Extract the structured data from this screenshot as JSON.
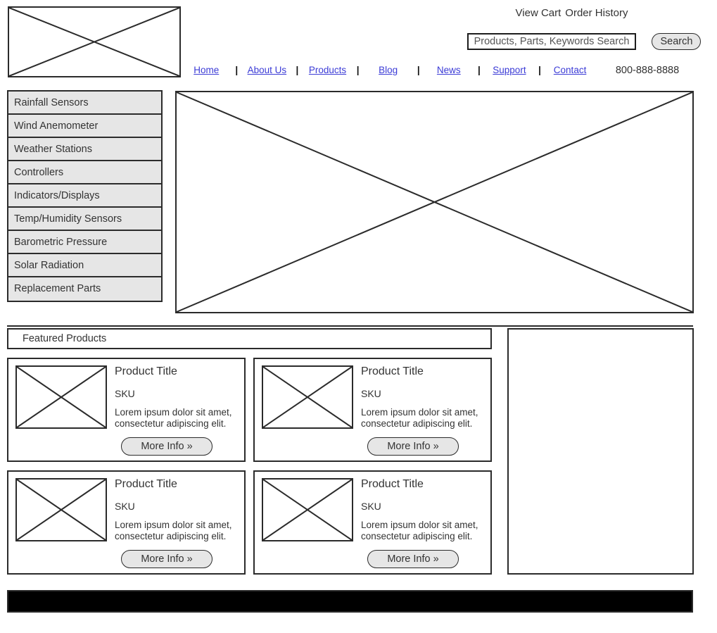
{
  "header": {
    "logo_alt": "Company Logo",
    "utility_links": [
      "View Cart",
      "Order History"
    ],
    "search": {
      "placeholder": "Products, Parts, Keywords Search",
      "value": "",
      "button_label": "Search"
    },
    "phone": "800-888-8888",
    "nav_separator": "|",
    "nav_items": [
      {
        "label": "Home"
      },
      {
        "label": "About Us"
      },
      {
        "label": "Products"
      },
      {
        "label": "Blog"
      },
      {
        "label": "News"
      },
      {
        "label": "Support"
      },
      {
        "label": "Contact"
      }
    ]
  },
  "sidebar": {
    "categories": [
      {
        "label": "Rainfall Sensors"
      },
      {
        "label": "Wind Anemometer"
      },
      {
        "label": "Weather Stations"
      },
      {
        "label": "Controllers"
      },
      {
        "label": "Indicators/Displays"
      },
      {
        "label": "Temp/Humidity Sensors"
      },
      {
        "label": "Barometric Pressure"
      },
      {
        "label": "Solar Radiation"
      },
      {
        "label": "Replacement Parts"
      }
    ]
  },
  "hero": {
    "alt": "Hero Banner Image Placeholder"
  },
  "featured": {
    "heading": "Featured Products",
    "products": [
      {
        "title": "Product Title",
        "sku": "SKU",
        "description": "Lorem ipsum dolor sit amet, consectetur adipiscing elit.",
        "button_label": "More Info »",
        "image_alt": "Product Image Placeholder"
      },
      {
        "title": "Product Title",
        "sku": "SKU",
        "description": "Lorem ipsum dolor sit amet, consectetur adipiscing elit.",
        "button_label": "More Info »",
        "image_alt": "Product Image Placeholder"
      },
      {
        "title": "Product Title",
        "sku": "SKU",
        "description": "Lorem ipsum dolor sit amet, consectetur adipiscing elit.",
        "button_label": "More Info »",
        "image_alt": "Product Image Placeholder"
      },
      {
        "title": "Product Title",
        "sku": "SKU",
        "description": "Lorem ipsum dolor sit amet, consectetur adipiscing elit.",
        "button_label": "More Info »",
        "image_alt": "Product Image Placeholder"
      }
    ]
  },
  "promo_panel": {
    "content": ""
  },
  "footer": {
    "content": ""
  },
  "colors": {
    "outline": "#2b2b2b",
    "panel_fill": "#e6e6e6",
    "link": "#3b3bd6",
    "text": "#333333",
    "footer_bar": "#000000"
  }
}
